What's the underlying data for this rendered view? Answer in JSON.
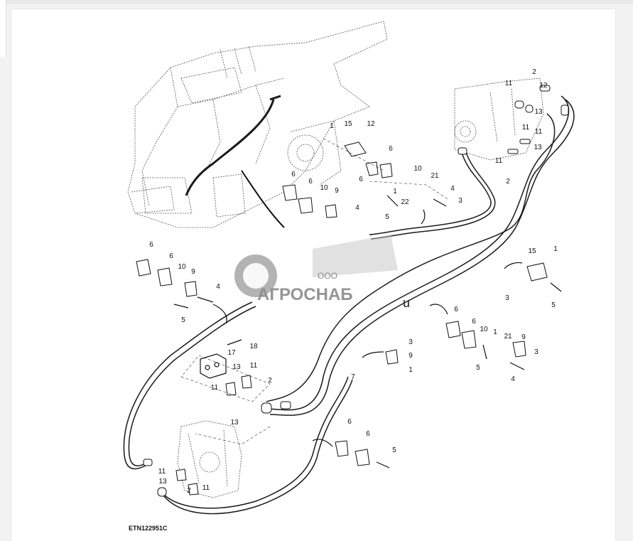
{
  "figure": {
    "id_label": "ETN122951C"
  },
  "watermark": {
    "prefix": "ООО",
    "name": "АГРОСНАБ",
    "suffix": "u"
  },
  "callouts": [
    "1",
    "2",
    "3",
    "4",
    "5",
    "6",
    "7",
    "9",
    "10",
    "11",
    "12",
    "13",
    "15",
    "17",
    "18",
    "21",
    "22"
  ],
  "colors": {
    "line": "#222222",
    "hose": "#1a1a1a",
    "watermark": "#8a8a8a",
    "watermark_accent": "#b0b0b0",
    "background": "#ffffff",
    "page": "#f2f2f2"
  }
}
